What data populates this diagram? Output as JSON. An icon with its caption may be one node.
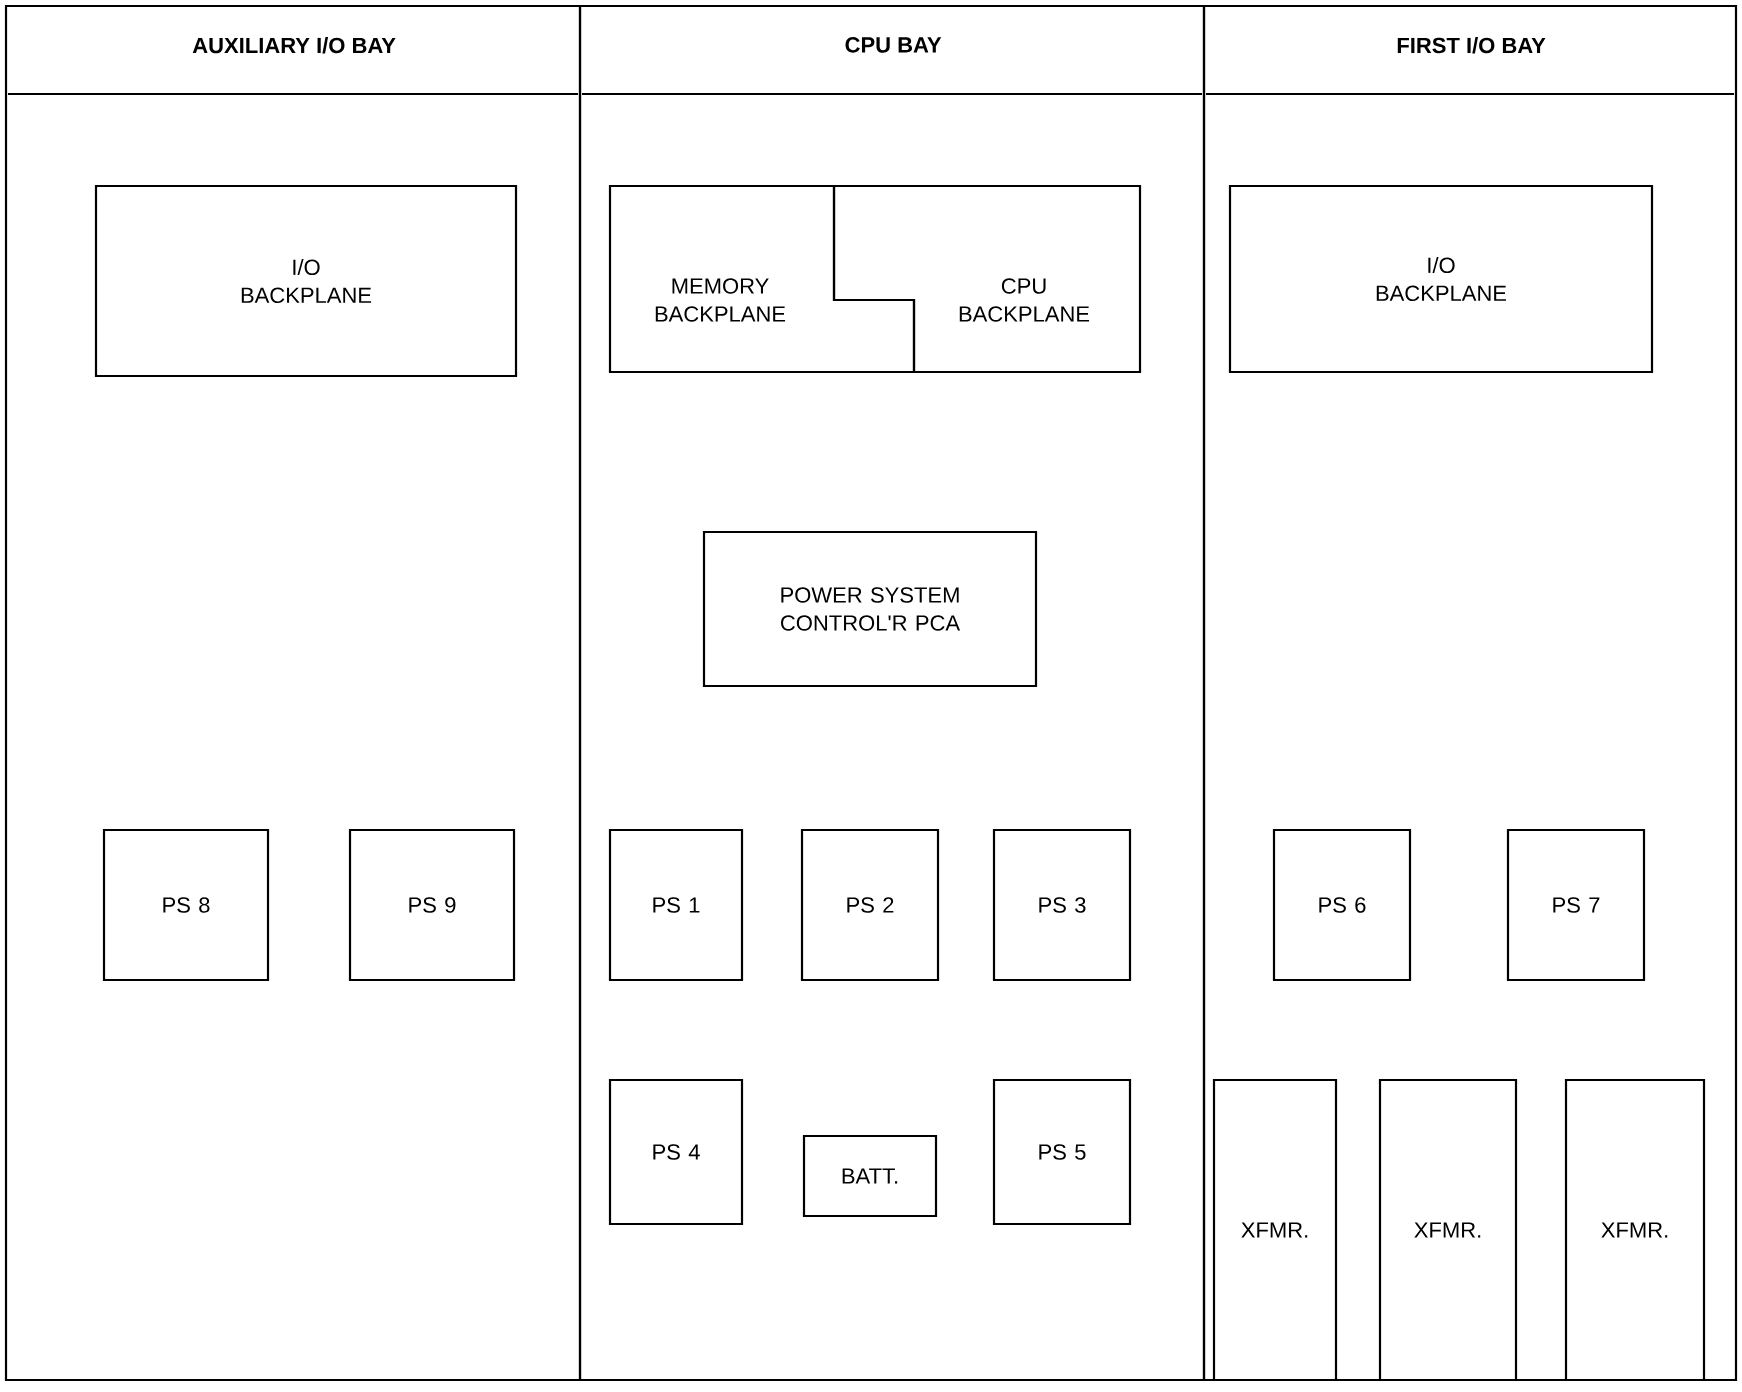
{
  "diagram": {
    "nodes": [
      {
        "text": [
          "AUXILIARY I/O BAY"
        ]
      },
      {
        "text": [
          "I/O BACKPLANE"
        ],
        "in": 0
      },
      {
        "text": [
          "PS 8"
        ],
        "in": 0
      },
      {
        "text": [
          "PS 9"
        ],
        "in": 0
      },
      {
        "text": [
          "CPU BAY"
        ]
      },
      {
        "text": [
          "MEMORY BACKPLANE"
        ],
        "in": 4
      },
      {
        "text": [
          "CPU BACKPLANE"
        ],
        "in": 4
      },
      {
        "text": [
          "POWER SYSTEM CONTROL'R PCA"
        ],
        "in": 4
      },
      {
        "text": [
          "PS 1"
        ],
        "in": 4
      },
      {
        "text": [
          "PS 2"
        ],
        "in": 4
      },
      {
        "text": [
          "PS 3"
        ],
        "in": 4
      },
      {
        "text": [
          "PS 4"
        ],
        "in": 4
      },
      {
        "text": [
          "BATT."
        ],
        "in": 4
      },
      {
        "text": [
          "PS 5"
        ],
        "in": 4
      },
      {
        "text": [
          "FIRST I/O BAY"
        ]
      },
      {
        "text": [
          "I/O BACKPLANE"
        ],
        "in": 14
      },
      {
        "text": [
          "PS 6"
        ],
        "in": 14
      },
      {
        "text": [
          "PS 7"
        ],
        "in": 14
      },
      {
        "text": [
          "XFMR."
        ],
        "in": 14
      },
      {
        "text": [
          "XFMR."
        ],
        "in": 14
      },
      {
        "text": [
          "XFMR."
        ],
        "in": 14
      }
    ]
  }
}
